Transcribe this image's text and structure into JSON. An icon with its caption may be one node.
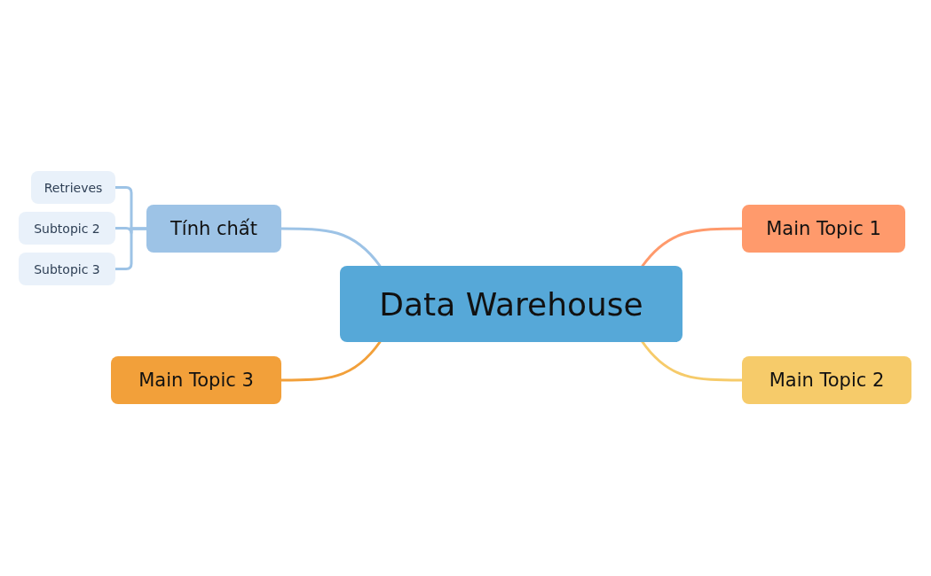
{
  "diagram": {
    "nodes": [
      {
        "text": [
          "Data Warehouse"
        ]
      },
      {
        "text": [
          "Tính chất"
        ]
      },
      {
        "text": [
          "Retrieves"
        ]
      },
      {
        "text": [
          "Subtopic 2"
        ]
      },
      {
        "text": [
          "Subtopic 3"
        ]
      },
      {
        "text": [
          "Main Topic 1"
        ]
      },
      {
        "text": [
          "Main Topic 2"
        ]
      },
      {
        "text": [
          "Main Topic 3"
        ]
      }
    ],
    "edges": [
      {
        "from": 0,
        "to": 1,
        "arrow": "none",
        "color": "#9dc3e6"
      },
      {
        "from": 1,
        "to": 2,
        "arrow": "none",
        "color": "#9dc3e6"
      },
      {
        "from": 1,
        "to": 3,
        "arrow": "none",
        "color": "#9dc3e6"
      },
      {
        "from": 1,
        "to": 4,
        "arrow": "none",
        "color": "#9dc3e6"
      },
      {
        "from": 0,
        "to": 5,
        "arrow": "none",
        "color": "#ff9a6c"
      },
      {
        "from": 0,
        "to": 6,
        "arrow": "none",
        "color": "#f6cb6a"
      },
      {
        "from": 0,
        "to": 7,
        "arrow": "none",
        "color": "#f2a03a"
      }
    ]
  }
}
